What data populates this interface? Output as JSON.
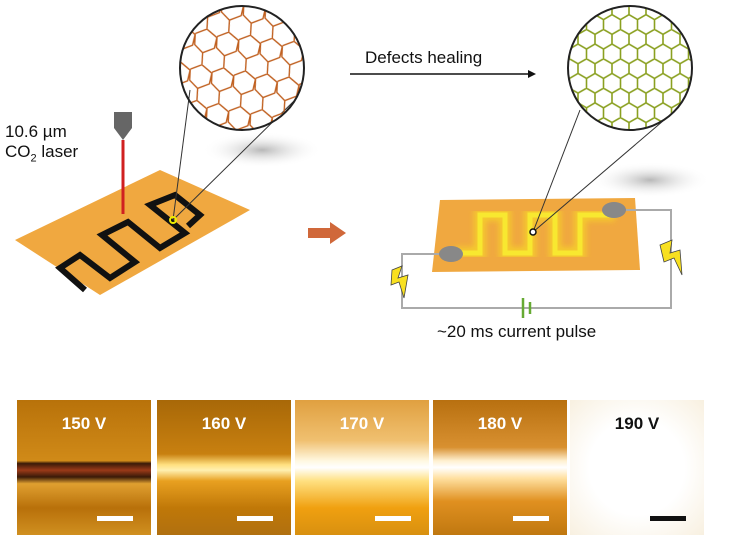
{
  "laser_label": {
    "line1": "10.6 µm",
    "line2_prefix": "CO",
    "line2_sub": "2",
    "line2_suffix": " laser"
  },
  "process_label": "Defects healing",
  "pulse_label": "~20 ms current pulse",
  "panels": [
    {
      "voltage": "150 V"
    },
    {
      "voltage": "160 V"
    },
    {
      "voltage": "170 V"
    },
    {
      "voltage": "180 V"
    },
    {
      "voltage": "190 V"
    }
  ],
  "colors": {
    "substrate": "#F0A840",
    "trace": "#111111",
    "glow": "#F8E020",
    "defect_lattice": "#C0601A",
    "healed_lattice": "#8AA020",
    "arrow": "#D0683A"
  }
}
